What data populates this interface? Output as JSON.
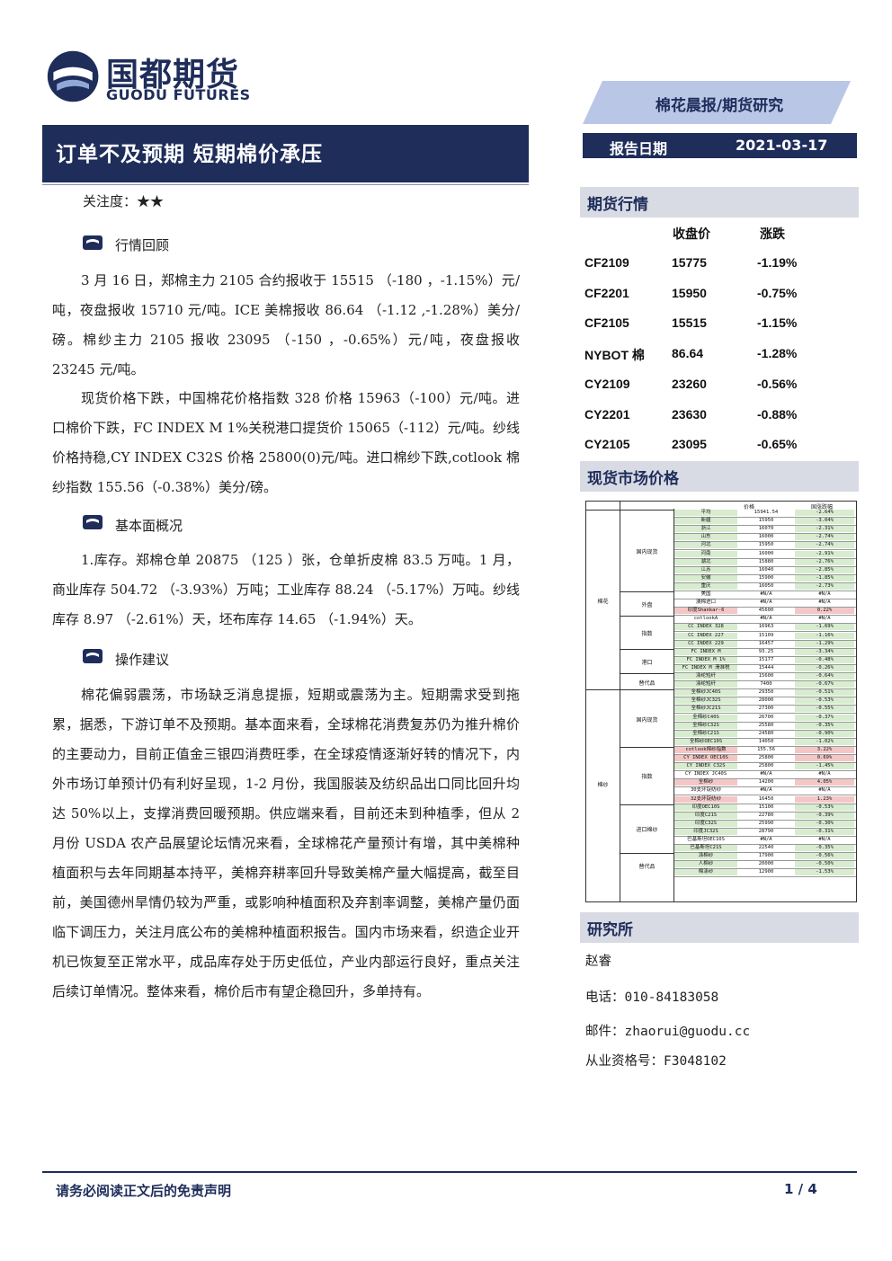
{
  "logo": {
    "cn": "国都期货",
    "en": "GUODU FUTURES"
  },
  "banner": {
    "label": "棉花晨报/期货研究"
  },
  "date": {
    "label": "报告日期",
    "value": "2021-03-17"
  },
  "title": "订单不及预期 短期棉价承压",
  "attention": "关注度：★★",
  "sections": {
    "review_title": "行情回顾",
    "fundamentals_title": "基本面概况",
    "advice_title": "操作建议"
  },
  "review": [
    "3 月 16 日，郑棉主力 2105 合约报收于 15515 （-180 ，-1.15%）元/吨，夜盘报收 15710 元/吨。ICE 美棉报收 86.64 （-1.12 ,-1.28%）美分/磅。棉纱主力 2105 报收 23095 （-150 ，-0.65%）元/吨，夜盘报收 23245 元/吨。",
    "现货价格下跌，中国棉花价格指数 328 价格 15963（-100）元/吨。进口棉价下跌，FC INDEX M 1%关税港口提货价 15065（-112）元/吨。纱线价格持稳,CY INDEX C32S 价格 25800(0)元/吨。进口棉纱下跌,cotlook 棉纱指数 155.56（-0.38%）美分/磅。"
  ],
  "fundamentals": "1.库存。郑棉仓单 20875 （125 ）张，仓单折皮棉 83.5 万吨。1 月，商业库存 504.72 （-3.93%）万吨；工业库存 88.24 （-5.17%）万吨。纱线库存 8.97 （-2.61%）天，坯布库存 14.65 （-1.94%）天。",
  "advice": "棉花偏弱震荡，市场缺乏消息提振，短期或震荡为主。短期需求受到拖累，据悉，下游订单不及预期。基本面来看，全球棉花消费复苏仍为推升棉价的主要动力，目前正值金三银四消费旺季，在全球疫情逐渐好转的情况下，内外市场订单预计仍有利好呈现，1-2 月份，我国服装及纺织品出口同比回升均达 50%以上，支撑消费回暖预期。供应端来看，目前还未到种植季，但从 2 月份 USDA 农产品展望论坛情况来看，全球棉花产量预计有增，其中美棉种植面积与去年同期基本持平，美棉弃耕率回升导致美棉产量大幅提高，截至目前，美国德州旱情仍较为严重，或影响种植面积及弃割率调整，美棉产量仍面临下调压力，关注月底公布的美棉种植面积报告。国内市场来看，织造企业开机已恢复至正常水平，成品库存处于历史低位，产业内部运行良好，重点关注后续订单情况。整体来看，棉价后市有望企稳回升，多单持有。",
  "futures": {
    "title": "期货行情",
    "col_close": "收盘价",
    "col_change": "涨跌",
    "rows": [
      {
        "name": "CF2109",
        "close": "15775",
        "change": "-1.19%"
      },
      {
        "name": "CF2201",
        "close": "15950",
        "change": "-0.75%"
      },
      {
        "name": "CF2105",
        "close": "15515",
        "change": "-1.15%"
      },
      {
        "name": "NYBOT 棉",
        "close": "86.64",
        "change": "-1.28%"
      },
      {
        "name": "CY2109",
        "close": "23260",
        "change": "-0.56%"
      },
      {
        "name": "CY2201",
        "close": "23630",
        "change": "-0.88%"
      },
      {
        "name": "CY2105",
        "close": "23095",
        "change": "-0.65%"
      }
    ]
  },
  "spot": {
    "title": "现货市场价格",
    "col_price": "价格",
    "col_change": "国涨跌幅",
    "groups": [
      {
        "cat": "棉花",
        "sub": "国内现货"
      },
      {
        "cat": "",
        "sub": "外盘"
      },
      {
        "cat": "",
        "sub": "指数"
      },
      {
        "cat": "",
        "sub": "港口"
      },
      {
        "cat": "",
        "sub": "替代品"
      },
      {
        "cat": "棉纱",
        "sub": "国内现货"
      },
      {
        "cat": "",
        "sub": "指数"
      },
      {
        "cat": "",
        "sub": "进口棉纱"
      },
      {
        "cat": "",
        "sub": "替代品"
      }
    ],
    "rows": [
      {
        "name": "平均",
        "price": "15941.54",
        "change": "-2.64%"
      },
      {
        "name": "新疆",
        "price": "15950",
        "change": "-3.04%"
      },
      {
        "name": "浙江",
        "price": "16070",
        "change": "-2.31%"
      },
      {
        "name": "山东",
        "price": "16000",
        "change": "-2.74%"
      },
      {
        "name": "河北",
        "price": "15950",
        "change": "-2.74%"
      },
      {
        "name": "河南",
        "price": "16000",
        "change": "-2.91%"
      },
      {
        "name": "湖北",
        "price": "15880",
        "change": "-2.76%"
      },
      {
        "name": "江苏",
        "price": "16040",
        "change": "-2.85%"
      },
      {
        "name": "安徽",
        "price": "15900",
        "change": "-1.85%"
      },
      {
        "name": "重庆",
        "price": "16050",
        "change": "-2.73%"
      },
      {
        "name": "美国",
        "price": "#N/A",
        "change": "#N/A"
      },
      {
        "name": "澳棉进口",
        "price": "#N/A",
        "change": "#N/A"
      },
      {
        "name": "印度Shankar-6",
        "price": "45600",
        "change": "0.22%"
      },
      {
        "name": "cotlookA",
        "price": "#N/A",
        "change": "#N/A"
      },
      {
        "name": "CC INDEX 328",
        "price": "16963",
        "change": "-1.69%"
      },
      {
        "name": "CC INDEX 227",
        "price": "15109",
        "change": "-1.16%"
      },
      {
        "name": "CC INDEX 229",
        "price": "16457",
        "change": "-1.29%"
      },
      {
        "name": "FC INDEX M",
        "price": "93.25",
        "change": "-3.34%"
      },
      {
        "name": "FC INDEX M 1%",
        "price": "15177",
        "change": "-0.48%"
      },
      {
        "name": "FC INDEX M 滑准税",
        "price": "15444",
        "change": "-0.26%"
      },
      {
        "name": "涤纶短纤",
        "price": "15600",
        "change": "-0.64%"
      },
      {
        "name": "涤纶短纤",
        "price": "7400",
        "change": "-0.67%"
      },
      {
        "name": "全棉纱JC40S",
        "price": "29350",
        "change": "-0.51%"
      },
      {
        "name": "全棉纱JC32S",
        "price": "28000",
        "change": "-0.53%"
      },
      {
        "name": "全棉纱JC21S",
        "price": "27300",
        "change": "-0.55%"
      },
      {
        "name": "全棉纱C40S",
        "price": "26700",
        "change": "-0.37%"
      },
      {
        "name": "全棉纱C32S",
        "price": "25580",
        "change": "-0.35%"
      },
      {
        "name": "全棉纱C21S",
        "price": "24580",
        "change": "-0.90%"
      },
      {
        "name": "全棉纱OEC10S",
        "price": "14050",
        "change": "-1.02%"
      },
      {
        "name": "cotlook棉纱指数",
        "price": "155.56",
        "change": "3.22%"
      },
      {
        "name": "CY INDEX OEC10S",
        "price": "25800",
        "change": "0.69%"
      },
      {
        "name": "CY INDEX C32S",
        "price": "25800",
        "change": "-1.45%"
      },
      {
        "name": "CY INDEX JC40S",
        "price": "#N/A",
        "change": "#N/A"
      },
      {
        "name": "全棉纱",
        "price": "14200",
        "change": "4.05%"
      },
      {
        "name": "30支环锭纺纱",
        "price": "#N/A",
        "change": "#N/A"
      },
      {
        "name": "32支环锭纺纱",
        "price": "16450",
        "change": "1.23%"
      },
      {
        "name": "印度OEC10S",
        "price": "15100",
        "change": "-0.53%"
      },
      {
        "name": "印度C21S",
        "price": "22780",
        "change": "-0.39%"
      },
      {
        "name": "印度C32S",
        "price": "25990",
        "change": "-0.30%"
      },
      {
        "name": "印度JC32S",
        "price": "28790",
        "change": "-0.31%"
      },
      {
        "name": "巴基斯坦OEC10S",
        "price": "#N/A",
        "change": "#N/A"
      },
      {
        "name": "巴基斯坦C21S",
        "price": "22540",
        "change": "-0.35%"
      },
      {
        "name": "涤棉纱",
        "price": "17900",
        "change": "-0.56%"
      },
      {
        "name": "人棉纱",
        "price": "20000",
        "change": "-0.50%"
      },
      {
        "name": "棉涤纱",
        "price": "12900",
        "change": "-1.53%"
      }
    ]
  },
  "research": {
    "title": "研究所",
    "name": "赵睿",
    "phone": "电话：010-84183058",
    "email": "邮件：zhaorui@guodu.cc",
    "license": "从业资格号：F3048102"
  },
  "footer": {
    "disclaimer": "请务必阅读正文后的免责声明",
    "page": "1 / 4"
  },
  "colors": {
    "navy": "#1e2d5a",
    "green": "#d8ecd0",
    "red": "#f4c7c7"
  }
}
